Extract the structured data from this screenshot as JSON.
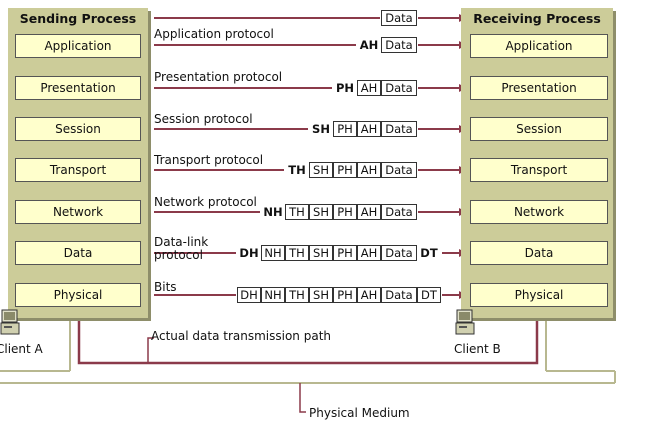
{
  "sending": {
    "title": "Sending Process",
    "layers": [
      "Application",
      "Presentation",
      "Session",
      "Transport",
      "Network",
      "Data",
      "Physical"
    ]
  },
  "receiving": {
    "title": "Receiving Process",
    "layers": [
      "Application",
      "Presentation",
      "Session",
      "Transport",
      "Network",
      "Data",
      "Physical"
    ]
  },
  "rows": [
    {
      "label": "",
      "cells": [
        {
          "t": "Data",
          "b": false
        }
      ]
    },
    {
      "label": "Application protocol",
      "cells": [
        {
          "t": "AH",
          "b": true
        },
        {
          "t": "Data",
          "b": false
        }
      ]
    },
    {
      "label": "Presentation protocol",
      "cells": [
        {
          "t": "PH",
          "b": true
        },
        {
          "t": "AH",
          "b": false
        },
        {
          "t": "Data",
          "b": false
        }
      ]
    },
    {
      "label": "Session protocol",
      "cells": [
        {
          "t": "SH",
          "b": true
        },
        {
          "t": "PH",
          "b": false
        },
        {
          "t": "AH",
          "b": false
        },
        {
          "t": "Data",
          "b": false
        }
      ]
    },
    {
      "label": "Transport protocol",
      "cells": [
        {
          "t": "TH",
          "b": true
        },
        {
          "t": "SH",
          "b": false
        },
        {
          "t": "PH",
          "b": false
        },
        {
          "t": "AH",
          "b": false
        },
        {
          "t": "Data",
          "b": false
        }
      ]
    },
    {
      "label": "Network protocol",
      "cells": [
        {
          "t": "NH",
          "b": true
        },
        {
          "t": "TH",
          "b": false
        },
        {
          "t": "SH",
          "b": false
        },
        {
          "t": "PH",
          "b": false
        },
        {
          "t": "AH",
          "b": false
        },
        {
          "t": "Data",
          "b": false
        }
      ]
    },
    {
      "label": "Data-link\nprotocol",
      "cells": [
        {
          "t": "DH",
          "b": true
        },
        {
          "t": "NH",
          "b": false
        },
        {
          "t": "TH",
          "b": false
        },
        {
          "t": "SH",
          "b": false
        },
        {
          "t": "PH",
          "b": false
        },
        {
          "t": "AH",
          "b": false
        },
        {
          "t": "Data",
          "b": false
        },
        {
          "t": "DT",
          "b": true
        }
      ]
    },
    {
      "label": "Bits",
      "cells": [
        {
          "t": "DH",
          "b": false
        },
        {
          "t": "NH",
          "b": false
        },
        {
          "t": "TH",
          "b": false
        },
        {
          "t": "SH",
          "b": false
        },
        {
          "t": "PH",
          "b": false
        },
        {
          "t": "AH",
          "b": false
        },
        {
          "t": "Data",
          "b": false
        },
        {
          "t": "DT",
          "b": false
        }
      ]
    }
  ],
  "client_a": "Client A",
  "client_b": "Client B",
  "path_label": "Actual data transmission path",
  "medium_label": "Physical Medium",
  "colors": {
    "arrow": "#8b3a4a",
    "panel": "#cccc99",
    "layer": "#ffffcc",
    "medium": "#b8b890"
  },
  "icons": [
    "computer-icon",
    "computer-icon"
  ]
}
